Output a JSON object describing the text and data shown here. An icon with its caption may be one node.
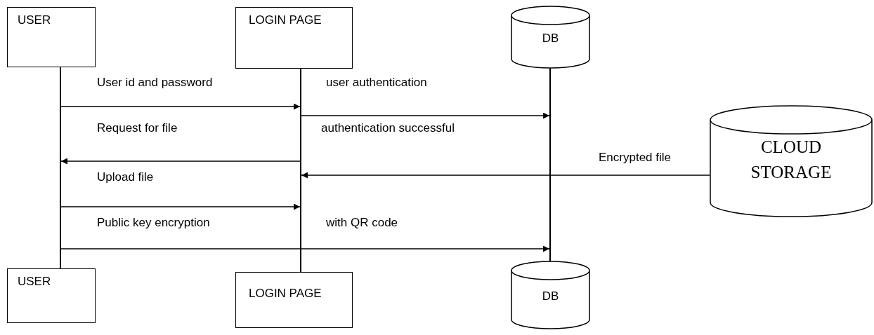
{
  "diagram": {
    "nodes": [
      {
        "text": [
          "USER"
        ]
      },
      {
        "text": [
          "LOGIN PAGE"
        ]
      },
      {
        "text": [
          "DB"
        ]
      },
      {
        "text": [
          "CLOUD STORAGE"
        ]
      },
      {
        "text": [
          "USER"
        ]
      },
      {
        "text": [
          "LOGIN PAGE"
        ]
      },
      {
        "text": [
          "DB"
        ]
      },
      {
        "text": [],
        "shape": "bar"
      },
      {
        "text": [],
        "shape": "bar"
      },
      {
        "text": [],
        "shape": "bar"
      }
    ],
    "edges": [
      {
        "from": 7,
        "to": 8,
        "arrow": "to",
        "label": "User id and password"
      },
      {
        "from": 8,
        "to": 9,
        "arrow": "to",
        "label": "user authentication"
      },
      {
        "from": 8,
        "to": 7,
        "arrow": "to",
        "label": "Request for file"
      },
      {
        "from": 3,
        "to": 8,
        "arrow": "to",
        "label": "Encrypted file"
      },
      {
        "from": 7,
        "to": 8,
        "arrow": "to",
        "label": "Upload file"
      },
      {
        "from": 7,
        "to": 9,
        "arrow": "to",
        "label": "Public key encryption"
      }
    ],
    "labels": [
      "authentication successful",
      "with QR code"
    ]
  }
}
